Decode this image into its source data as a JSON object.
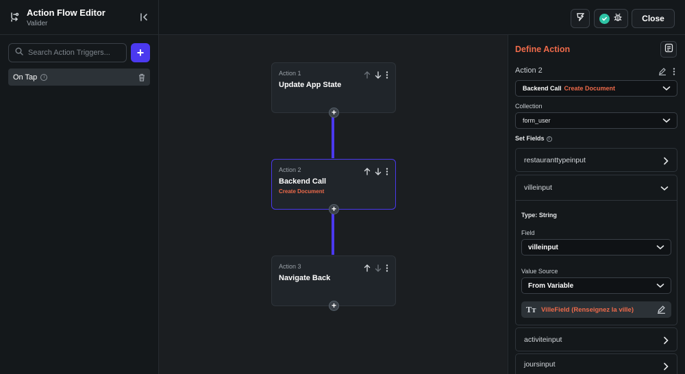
{
  "header": {
    "title": "Action Flow Editor",
    "subtitle": "Valider"
  },
  "left": {
    "search_placeholder": "Search Action Triggers...",
    "add_label": "+",
    "trigger_label": "On Tap"
  },
  "topbar": {
    "close_label": "Close"
  },
  "actions": [
    {
      "label": "Action 1",
      "title": "Update App State",
      "sub": ""
    },
    {
      "label": "Action 2",
      "title": "Backend Call",
      "sub": "Create Document"
    },
    {
      "label": "Action 3",
      "title": "Navigate Back",
      "sub": ""
    }
  ],
  "right": {
    "heading": "Define Action",
    "action_name": "Action 2",
    "action_type": "Backend Call",
    "action_subtype": "Create Document",
    "collection_label": "Collection",
    "collection_value": "form_user",
    "set_fields_label": "Set Fields",
    "fields": [
      "restauranttypeinput",
      "villeinput",
      "activiteinput",
      "joursinput"
    ],
    "expanded": {
      "type_text": "Type: String",
      "field_label": "Field",
      "field_value": "villeinput",
      "value_source_label": "Value Source",
      "value_source_value": "From Variable",
      "variable_text": "VilleField (Renseignez la ville)"
    }
  },
  "colors": {
    "accent": "#4b39ef",
    "orange": "#ee6a4a",
    "success": "#2ec4a5"
  }
}
